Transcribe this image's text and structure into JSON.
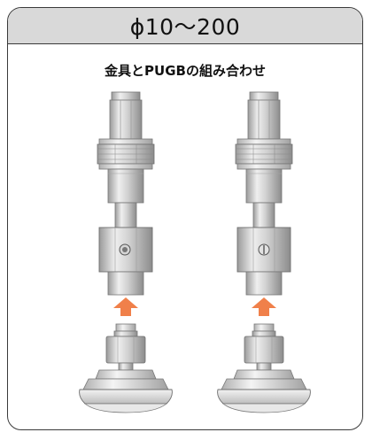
{
  "card": {
    "title": "ϕ10〜200",
    "subtitle": "金具とPUGBの組み合わせ"
  },
  "assemblies": [
    {
      "name": "left-assembly",
      "port_icon": "round-port-icon"
    },
    {
      "name": "right-assembly",
      "port_icon": "slot-port-icon"
    }
  ],
  "colors": {
    "arrow": "#f0804a",
    "header_bg": "#d9d9d9",
    "border": "#3a3a3a",
    "metal_light": "#e6e6e6",
    "metal_mid": "#b9b9b9",
    "metal_dark": "#8a8a8a"
  }
}
